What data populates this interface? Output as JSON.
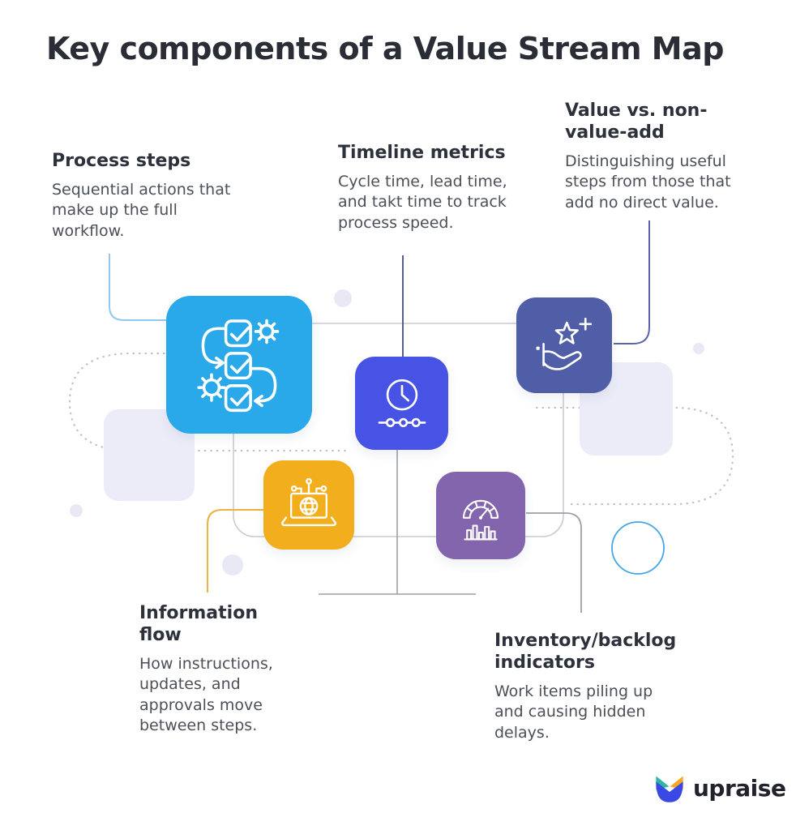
{
  "title": "Key components of a Value Stream Map",
  "components": [
    {
      "id": "process-steps",
      "heading": "Process steps",
      "body": "Sequential actions that make up the full workflow.",
      "icon": "checklist-flow-icon",
      "color": "#2AA9EA"
    },
    {
      "id": "timeline-metrics",
      "heading": "Timeline metrics",
      "body": "Cycle time, lead time, and takt time to track process speed.",
      "icon": "clock-timeline-icon",
      "color": "#4653E5"
    },
    {
      "id": "value-vs-non-value-add",
      "heading": "Value vs. non-value-add",
      "body": "Distinguishing useful steps from those that add no direct value.",
      "icon": "hand-star-icon",
      "color": "#4F5EA6"
    },
    {
      "id": "information-flow",
      "heading": "Information flow",
      "body": "How instructions, updates, and approvals move between steps.",
      "icon": "laptop-globe-icon",
      "color": "#F2AE1C"
    },
    {
      "id": "inventory-backlog-indicators",
      "heading": "Inventory/backlog indicators",
      "body": "Work items piling up and causing hidden delays.",
      "icon": "gauge-bars-icon",
      "color": "#8365AE"
    }
  ],
  "brand": {
    "name": "upraise",
    "logo_icon": "upraise-mark-icon",
    "mark_blue": "#3A49E4",
    "mark_teal": "#2FB5A3",
    "mark_orange": "#F7A823"
  },
  "decor": {
    "process_connector": "#8FC9F2",
    "timeline_connector": "#55608F",
    "value_connector": "#5A64AC",
    "information_connector": "#EAB23E",
    "inventory_connector": "#9CA1A8",
    "frame_line": "#C9CBD3",
    "dotted_line": "#BDBFC8",
    "circle_outline": "#45A6E8",
    "accent_dot": "#E9E9F6",
    "deco_square": "#ECECF8"
  }
}
